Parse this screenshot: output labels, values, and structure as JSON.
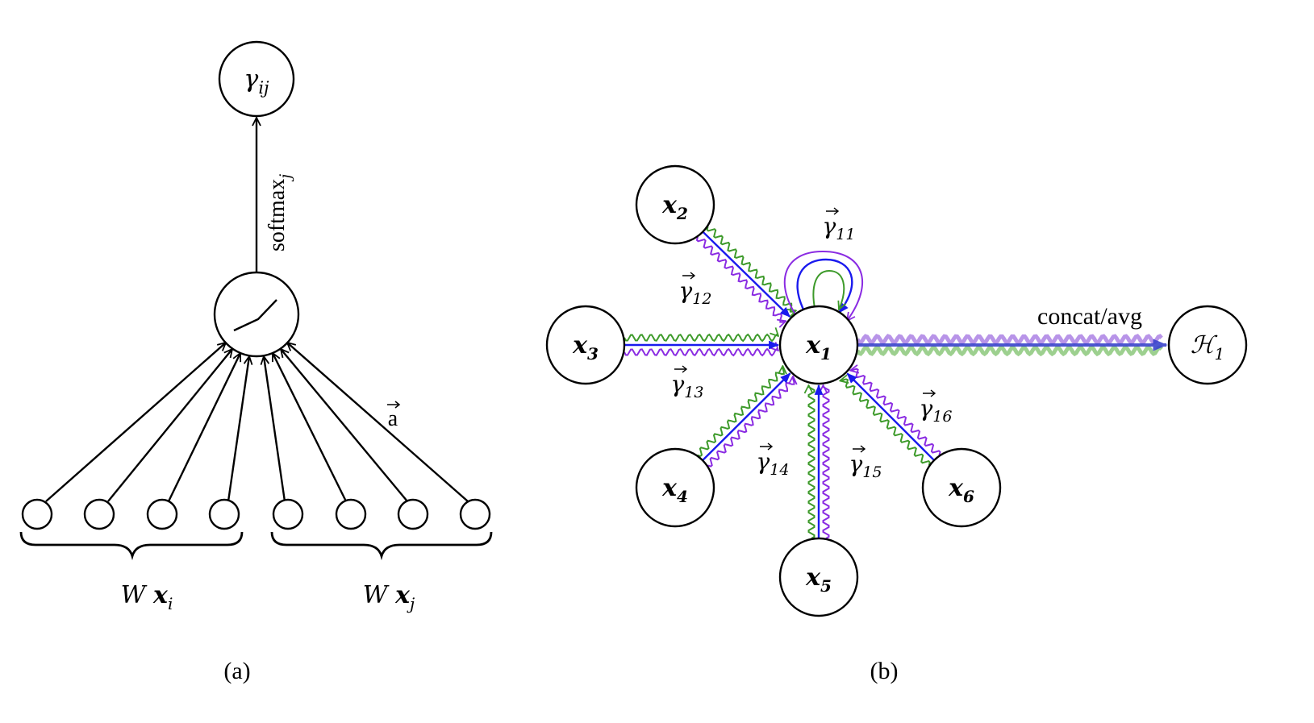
{
  "panel_a": {
    "caption": "(a)",
    "output_node": {
      "base": "γ",
      "sub": "ij"
    },
    "edge_label": {
      "base": "softmax",
      "sub": "j"
    },
    "weight_label": "a",
    "group_left": {
      "prefix": "W",
      "var": "x",
      "sub": "i"
    },
    "group_right": {
      "prefix": "W",
      "var": "x",
      "sub": "j"
    }
  },
  "panel_b": {
    "caption": "(b)",
    "center_node": {
      "var": "x",
      "sub": "1"
    },
    "neighbors": [
      {
        "id": "x2",
        "var": "x",
        "sub": "2"
      },
      {
        "id": "x3",
        "var": "x",
        "sub": "3"
      },
      {
        "id": "x4",
        "var": "x",
        "sub": "4"
      },
      {
        "id": "x5",
        "var": "x",
        "sub": "5"
      },
      {
        "id": "x6",
        "var": "x",
        "sub": "6"
      }
    ],
    "attention_labels": [
      {
        "id": "g11",
        "base": "γ",
        "sub": "11"
      },
      {
        "id": "g12",
        "base": "γ",
        "sub": "12"
      },
      {
        "id": "g13",
        "base": "γ",
        "sub": "13"
      },
      {
        "id": "g14",
        "base": "γ",
        "sub": "14"
      },
      {
        "id": "g15",
        "base": "γ",
        "sub": "15"
      },
      {
        "id": "g16",
        "base": "γ",
        "sub": "16"
      }
    ],
    "output_label": "concat/avg",
    "output_node": {
      "var": "ℋ",
      "sub": "1"
    }
  },
  "colors": {
    "head_blue": "#1a1aee",
    "head_green": "#3d9a2a",
    "head_purple": "#8a2be2"
  }
}
